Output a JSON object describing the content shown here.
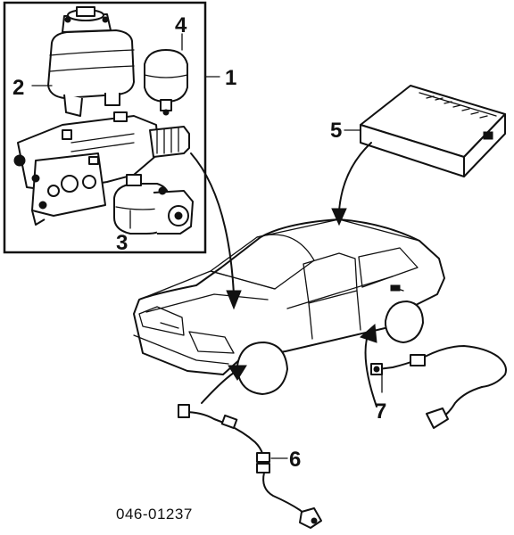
{
  "diagram": {
    "reference_number": "046-01237",
    "callouts": {
      "c1": "1",
      "c2": "2",
      "c3": "3",
      "c4": "4",
      "c5": "5",
      "c6": "6",
      "c7": "7"
    }
  }
}
